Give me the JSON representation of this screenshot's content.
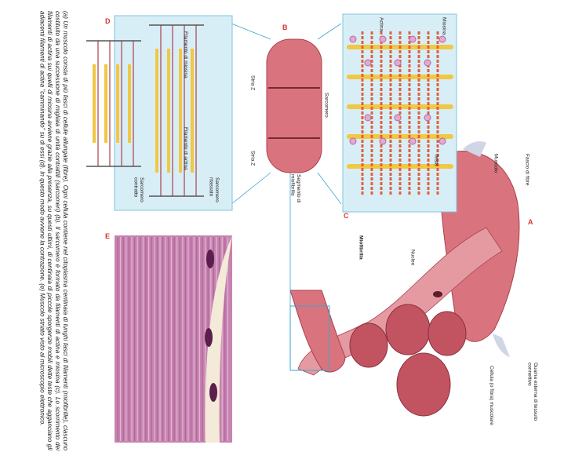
{
  "panels": {
    "a": {
      "letter": "A"
    },
    "b": {
      "letter": "B"
    },
    "c": {
      "letter": "C"
    },
    "d": {
      "letter": "D"
    },
    "e": {
      "letter": "E"
    }
  },
  "labels": {
    "guaina": "Guaina esterna di tessuto connettivo",
    "fascio": "Fascio di fibre",
    "muscolo": "Muscolo",
    "cellula": "Cellula (o fibra) muscolare",
    "nucleo": "Nucleo",
    "miofibrilla": "Miofibrilla",
    "sarcomero": "Sarcomero",
    "segmento": "Segmento di miofibrilla",
    "striaz1": "Stria Z",
    "striaz2": "Stria Z",
    "miosina": "Miosina",
    "actina": "Actina",
    "testa": "Testa",
    "filamento_miosina": "Filamento di miosina",
    "filamento_actina": "Filamento di actina",
    "sarcomero_rilassato": "Sarcomero rilassato",
    "sarcomero_contratto": "Sarcomero contratto"
  },
  "caption": "(a) Un muscolo consta di più fasci di cellule allungate (fibre). Ogni cellula contiene nel citoplasma centinaia di lunghi fasci di filamenti (miofibrille), ciascuno costituito da una successione di migliaia di unità contrattili (sarcomeri) (b). Il sarcomero è formato da filamenti di actina e miosina (c). Lo scorrimento dei filamenti di actina sui quelli di miosina avviene grazie alla presenza, su questi ultimi, di centinaia di piccole sporgenze mobili dette teste che agganciano gli adiacenti filamenti di actina \"camminando\" su di essi (d). In questo modo avviene la contrazione. (e) Muscolo striato visto al microscopio elettronico.",
  "colors": {
    "panel_bg": "#d8eef6",
    "panel_border": "#7fc3dc",
    "muscle": "#d9747e",
    "muscle_dark": "#a8414e",
    "myosin": "#f2c744",
    "actin": "#e1603e",
    "histology": "#c783b0",
    "accent": "#d9342b"
  }
}
